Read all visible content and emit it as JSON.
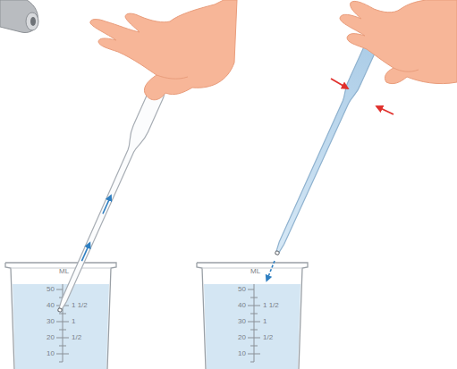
{
  "diagram": {
    "labels": [
      "ML",
      "50",
      "40",
      "30",
      "20",
      "10",
      "1 1/2",
      "1",
      "1/2",
      "ML",
      "50",
      "40",
      "30",
      "20",
      "10",
      "1 1/2",
      "1",
      "1/2"
    ]
  }
}
